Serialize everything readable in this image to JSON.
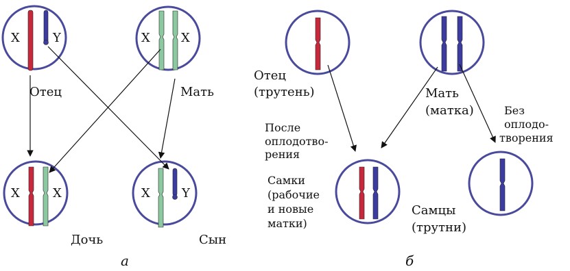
{
  "colors": {
    "circle": "#4a4a9c",
    "x_chromosome_father": "#c8283c",
    "x_chromosome_mother": "#8cc8a0",
    "y_chromosome": "#3c3ca0",
    "arrow": "#111111"
  },
  "panel_a": {
    "caption": "а",
    "father": {
      "label": "Отец",
      "chrom_left": "X",
      "chrom_right": "Y"
    },
    "mother": {
      "label": "Мать",
      "chrom_left": "X",
      "chrom_right": "X"
    },
    "daughter": {
      "label": "Дочь",
      "chrom_left": "X",
      "chrom_right": "X"
    },
    "son": {
      "label": "Сын",
      "chrom_left": "X",
      "chrom_right": "Y"
    }
  },
  "panel_b": {
    "caption": "б",
    "father": {
      "line1": "Отец",
      "line2": "(трутень)"
    },
    "mother": {
      "line1": "Мать",
      "line2": "(матка)"
    },
    "fertilized": {
      "line1": "После",
      "line2": "оплодотво-",
      "line3": "рения"
    },
    "unfertilized": {
      "line1": "Без",
      "line2": "оплодо-",
      "line3": "творения"
    },
    "females": {
      "line1": "Самки",
      "line2": "(рабочие",
      "line3": "и новые",
      "line4": "матки)"
    },
    "males": {
      "line1": "Самцы",
      "line2": "(трутни)"
    }
  }
}
